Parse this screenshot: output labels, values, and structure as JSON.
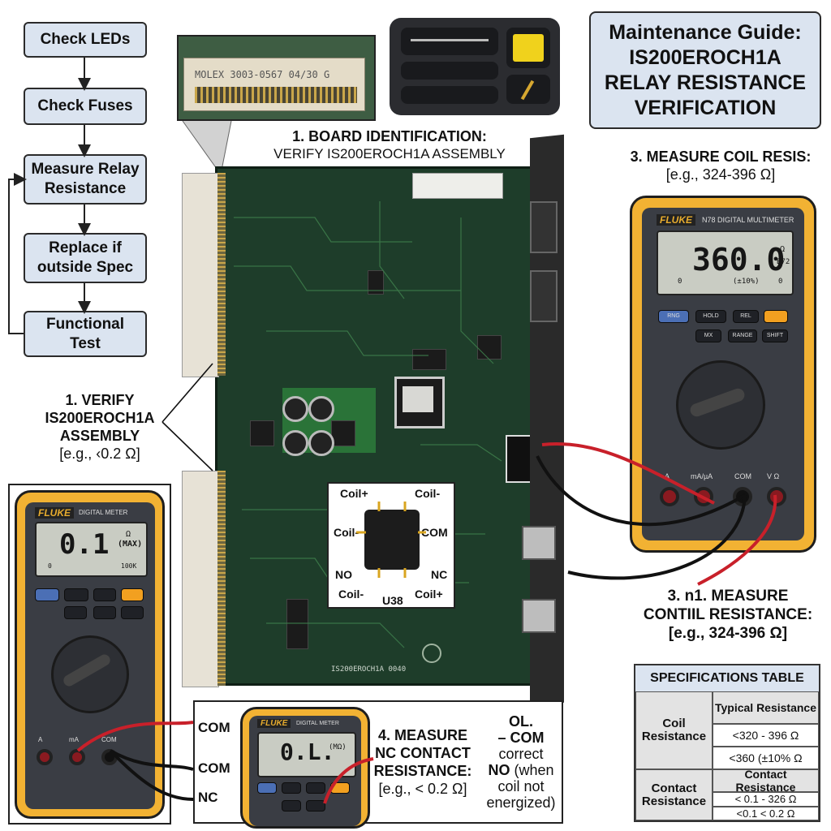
{
  "flowchart": {
    "steps": [
      "Check LEDs",
      "Check Fuses",
      "Measure Relay Resistance",
      "Replace if outside Spec",
      "Functional Test"
    ]
  },
  "title": {
    "line1": "Maintenance Guide:",
    "line2": "IS200EROCH1A",
    "line3": "RELAY RESISTANCE",
    "line4": "VERIFICATION"
  },
  "labels": {
    "board_id_heading": "1. BOARD IDENTIFICATION:",
    "board_id_sub": "VERIFY IS200EROCH1A ASSEMBLY",
    "coil_heading": "3. MEASURE COIL RESIS:",
    "coil_range": "[e.g., 324-396 Ω]",
    "verify_line1": "1. VERIFY",
    "verify_line2": "IS200EROCH1A",
    "verify_line3": "ASSEMBLY",
    "verify_range": "[e.g., ‹0.2 Ω]",
    "contil_line1": "3. n1. MEASURE",
    "contil_line2": "CONTIIL RESISTANCE:",
    "contil_range": "[e.g., 324-396 Ω]",
    "nc_line1": "4.  MEASURE",
    "nc_line2": "NC CONTACT",
    "nc_line3": "RESISTANCE:",
    "nc_range": "[e.g., < 0.2 Ω]",
    "ol_line1": "OL.",
    "ol_line2": "– COM",
    "ol_line3": "correct",
    "ol_line4_bold": "NO",
    "ol_line4_rest": " (when",
    "ol_line5": "coil not",
    "ol_line6": "energized)",
    "wire_com1": "COM",
    "wire_com2": "COM",
    "wire_nc": "NC"
  },
  "connector_print": "MOLEX 3003-0567 04/30 G",
  "board_bottom_print": "IS200EROCH1A 0040",
  "relay_inset": {
    "pin_tl": "Coil+",
    "pin_tr": "Coil-",
    "pin_ml": "Coil-",
    "pin_mr": "COM",
    "pin_bl": "NO",
    "pin_br": "NC",
    "pin_bbl": "Coil-",
    "pin_bbr": "Coil+",
    "ref": "U38"
  },
  "meter_right": {
    "brand": "FLUKE",
    "model": "N78 DIGITAL MULTIMETER",
    "reading": "360.0",
    "unit": "Ω",
    "sub": "B72",
    "scale_start": "0",
    "scale_end": "0",
    "tolerance": "(±10%)",
    "keys": [
      "RNG",
      "HOLD",
      "REL",
      "",
      "MX",
      "RANGE",
      "SHIFT"
    ],
    "jacks": [
      "A",
      "mA/µA",
      "COM",
      "V Ω"
    ]
  },
  "meter_left": {
    "brand": "FLUKE",
    "model": "DIGITAL METER",
    "reading": "0.1",
    "unit": "Ω",
    "max": "(MAX)",
    "scale_start": "0",
    "scale_end": "100K",
    "jacks": [
      "A",
      "mA",
      "COM"
    ]
  },
  "meter_bottom": {
    "brand": "FLUKE",
    "model": "DIGITAL METER",
    "reading": "0.L.",
    "unit": "(MΩ)"
  },
  "spec_table": {
    "title": "SPECIFICATIONS TABLE",
    "coil_label": "Coil Resistance",
    "coil_header": "Typical Resistance",
    "coil_v1": "<320 - 396 Ω",
    "coil_v2": "<360 (±10% Ω",
    "contact_label": "Contact Resistance",
    "contact_header": "Contact Resistance",
    "contact_v1": "< 0.1 - 326 Ω",
    "contact_v2": "<0.1 < 0.2 Ω"
  },
  "colors": {
    "box_fill": "#dbe4f0",
    "meter_yellow": "#f2b233",
    "board_green": "#1e3d2a",
    "probe_red": "#c8202a",
    "probe_black": "#111111"
  }
}
